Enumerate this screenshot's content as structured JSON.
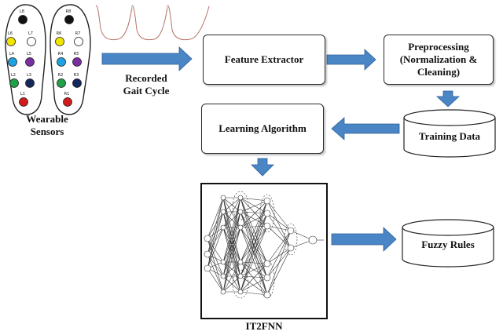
{
  "sensors": {
    "label": "Wearable\nSensors",
    "left": [
      {
        "id": "L8",
        "color": "#111111"
      },
      {
        "id": "L6",
        "color": "#f2e600"
      },
      {
        "id": "L7",
        "color": "#ffffff"
      },
      {
        "id": "L4",
        "color": "#1fa3e0"
      },
      {
        "id": "L5",
        "color": "#7a2fa0"
      },
      {
        "id": "L2",
        "color": "#21a04a"
      },
      {
        "id": "L3",
        "color": "#14285e"
      },
      {
        "id": "L1",
        "color": "#d01c1c"
      }
    ],
    "right": [
      {
        "id": "R8",
        "color": "#111111"
      },
      {
        "id": "R6",
        "color": "#f2e600"
      },
      {
        "id": "R7",
        "color": "#ffffff"
      },
      {
        "id": "R4",
        "color": "#1fa3e0"
      },
      {
        "id": "R5",
        "color": "#7a2fa0"
      },
      {
        "id": "R2",
        "color": "#21a04a"
      },
      {
        "id": "R3",
        "color": "#14285e"
      },
      {
        "id": "R1",
        "color": "#d01c1c"
      }
    ]
  },
  "gait": {
    "label": "Recorded\nGait Cycle"
  },
  "nodes": {
    "feature_extractor": "Feature Extractor",
    "preprocessing": "Preprocessing\n(Normalization &\nCleaning)",
    "training_data": "Training Data",
    "learning_algorithm": "Learning Algorithm",
    "it2fnn": "IT2FNN",
    "fuzzy_rules": "Fuzzy Rules"
  },
  "colors": {
    "arrow": "#4a86c6",
    "arrow_edge": "#2f5f96",
    "gait_line": "#b5746a"
  }
}
